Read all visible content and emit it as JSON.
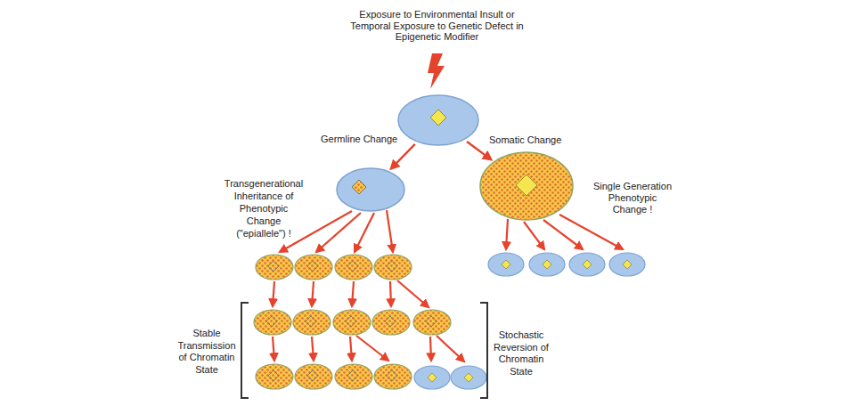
{
  "diagram": {
    "nodes": [
      {
        "text": [
          "Exposure to Environmental Insult or Temporal Exposure to Genetic Defect in Epigenetic Modifier"
        ]
      },
      {
        "text": [
          "Transgenerational Inheritance of Phenotypic Change (\"epiallele\") !"
        ]
      },
      {
        "text": [
          "Single Generation Phenotypic Change !"
        ]
      }
    ],
    "edges": [
      {
        "from": 0,
        "to": 1,
        "arrow": "to",
        "label": "Germline Change"
      },
      {
        "from": 0,
        "to": 2,
        "arrow": "to",
        "label": "Somatic Change"
      }
    ],
    "labels": [
      "Stable Transmission of Chromatin State",
      "Stochastic Reversion of Chromatin State"
    ]
  }
}
